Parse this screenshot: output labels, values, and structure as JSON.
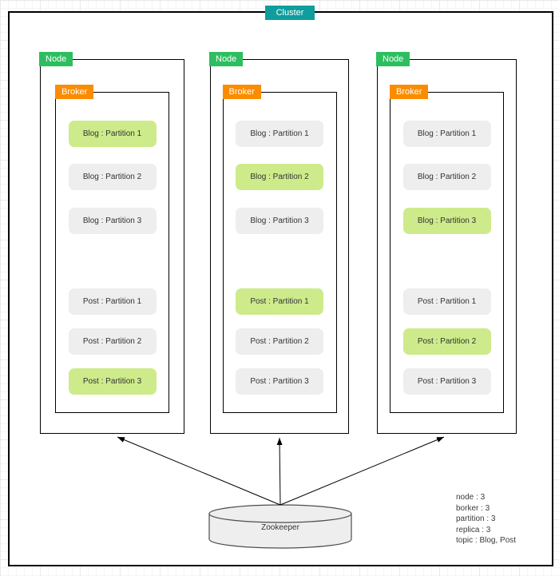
{
  "cluster": {
    "label": "Cluster"
  },
  "nodes": [
    {
      "label": "Node",
      "broker": {
        "label": "Broker"
      },
      "partitions": [
        {
          "label": "Blog : Partition 1",
          "highlighted": true
        },
        {
          "label": "Blog : Partition 2",
          "highlighted": false
        },
        {
          "label": "Blog : Partition 3",
          "highlighted": false
        },
        {
          "label": "Post : Partition 1",
          "highlighted": false
        },
        {
          "label": "Post : Partition 2",
          "highlighted": false
        },
        {
          "label": "Post : Partition 3",
          "highlighted": true
        }
      ]
    },
    {
      "label": "Node",
      "broker": {
        "label": "Broker"
      },
      "partitions": [
        {
          "label": "Blog : Partition 1",
          "highlighted": false
        },
        {
          "label": "Blog : Partition 2",
          "highlighted": true
        },
        {
          "label": "Blog : Partition 3",
          "highlighted": false
        },
        {
          "label": "Post : Partition 1",
          "highlighted": true
        },
        {
          "label": "Post : Partition 2",
          "highlighted": false
        },
        {
          "label": "Post : Partition 3",
          "highlighted": false
        }
      ]
    },
    {
      "label": "Node",
      "broker": {
        "label": "Broker"
      },
      "partitions": [
        {
          "label": "Blog : Partition 1",
          "highlighted": false
        },
        {
          "label": "Blog : Partition 2",
          "highlighted": false
        },
        {
          "label": "Blog : Partition 3",
          "highlighted": true
        },
        {
          "label": "Post : Partition 1",
          "highlighted": false
        },
        {
          "label": "Post : Partition 2",
          "highlighted": true
        },
        {
          "label": "Post : Partition 3",
          "highlighted": false
        }
      ]
    }
  ],
  "zookeeper": {
    "label": "Zookeeper"
  },
  "annotation": {
    "lines": [
      "node : 3",
      "borker : 3",
      "partition : 3",
      "replica : 3",
      "topic : Blog, Post"
    ]
  },
  "colors": {
    "cluster_badge": "#0f9d9d",
    "node_badge": "#2dbe60",
    "broker_badge": "#fb8c00",
    "partition_highlight": "#cdeb8b",
    "partition_default": "#eeeeee",
    "cylinder_fill": "#eeeeee",
    "line": "#000000"
  }
}
